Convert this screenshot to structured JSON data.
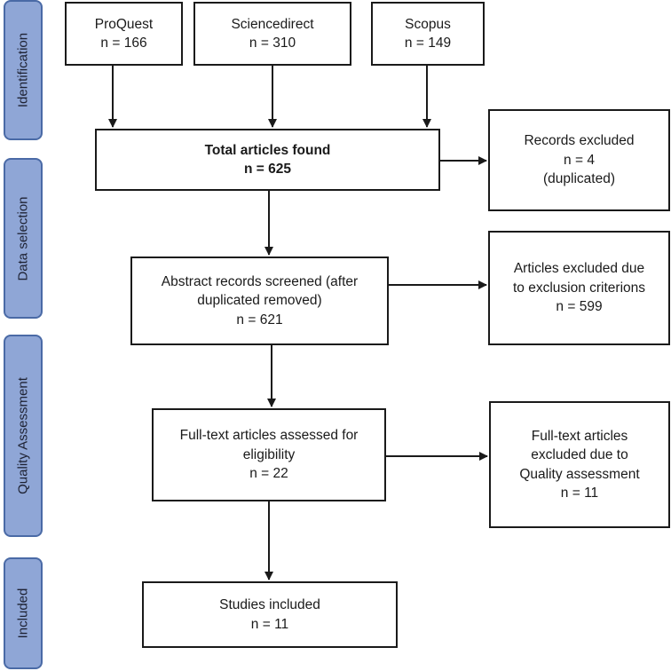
{
  "stages": {
    "identification": "Identification",
    "data_selection": "Data selection",
    "quality_assessment": "Quality Assessment",
    "included": "Included"
  },
  "sources": {
    "proquest": {
      "name": "ProQuest",
      "count": "n = 166"
    },
    "sciencedirect": {
      "name": "Sciencedirect",
      "count": "n = 310"
    },
    "scopus": {
      "name": "Scopus",
      "count": "n = 149"
    }
  },
  "total": {
    "title": "Total articles found",
    "count": "n = 625"
  },
  "excluded_duplicates": {
    "line1": "Records excluded",
    "count": "n = 4",
    "note": "(duplicated)"
  },
  "screened": {
    "line1": "Abstract records screened (after",
    "line2": "duplicated removed)",
    "count": "n = 621"
  },
  "excluded_criteria": {
    "line1": "Articles excluded due",
    "line2": "to exclusion criterions",
    "count": "n = 599"
  },
  "fulltext": {
    "line1": "Full-text articles assessed for",
    "line2": "eligibility",
    "count": "n = 22"
  },
  "excluded_quality": {
    "line1": "Full-text articles",
    "line2": "excluded due to",
    "line3": "Quality assessment",
    "count": "n = 11"
  },
  "included": {
    "line1": "Studies included",
    "count": "n = 11"
  }
}
